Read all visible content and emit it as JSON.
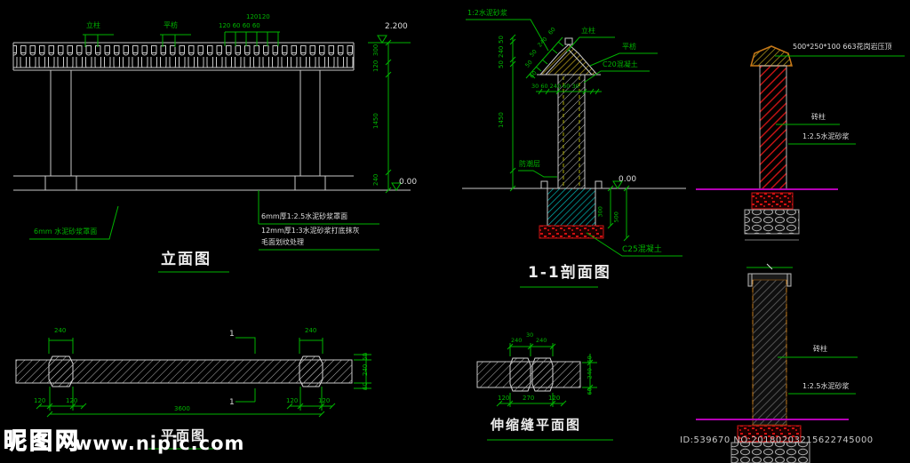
{
  "colors": {
    "bg": "#000000",
    "line": "#c8c8c8",
    "dim_green": "#00b400",
    "hatch_red": "#cc1414",
    "hatch_cyan": "#00b4b4",
    "hatch_olive": "#a89018",
    "magenta": "#b400b4",
    "watermark": "#ffffff"
  },
  "elevation": {
    "title": "立面图",
    "label_col": "立柱",
    "label_beam": "平枋",
    "dims_top_row1": "120120",
    "dims_top_row2": "120  60 60  60",
    "level_top": "2.200",
    "level_ground": "0.00",
    "dims_right": [
      "300",
      "120",
      "1450",
      "240"
    ],
    "leader_note": "6mm 水泥砂浆罩面",
    "notes": [
      "6mm厚1:2.5水泥砂浆罩面",
      "12mm厚1:3水泥砂浆打底抹灰",
      "毛面划纹处理"
    ]
  },
  "section": {
    "title": "1-1剖面图",
    "label_mortar": "1:2水泥砂浆",
    "label_col": "立柱",
    "label_beam": "平枋",
    "label_c20": "C20混凝土",
    "label_c25": "C25混凝土",
    "label_dpc": "防潮层",
    "level_ground": "0.00",
    "dims_diag": [
      "60",
      "240",
      "50",
      "50",
      "60"
    ],
    "dims_left": [
      "50",
      "240",
      "50",
      "1450"
    ],
    "dims_cap": "30 60 240 60 30",
    "dims_footing": [
      "300",
      "500"
    ]
  },
  "detail_top": {
    "cap_note": "500*250*100 663花岗岩压顶",
    "label_col": "砖柱",
    "label_mortar": "1:2.5水泥砂浆"
  },
  "detail_bottom": {
    "label_col": "砖柱",
    "label_mortar": "1:2.5水泥砂浆"
  },
  "plan": {
    "title": "平面图",
    "dim_bump": "240",
    "dims_under": [
      "120",
      "120"
    ],
    "dim_span": "3600",
    "dims_right": [
      "60",
      "240",
      "60"
    ],
    "section_mark": "1"
  },
  "expansion": {
    "title": "伸缩缝平面图",
    "dims_top": [
      "240",
      "30",
      "240"
    ],
    "dims_bottom": [
      "120",
      "270",
      "120"
    ],
    "dims_right": [
      "60",
      "240",
      "60"
    ]
  },
  "watermark": {
    "logo": "昵图网",
    "url": "www.nipic.com"
  },
  "id_line": "ID:539670 NO:20180203215622745000"
}
